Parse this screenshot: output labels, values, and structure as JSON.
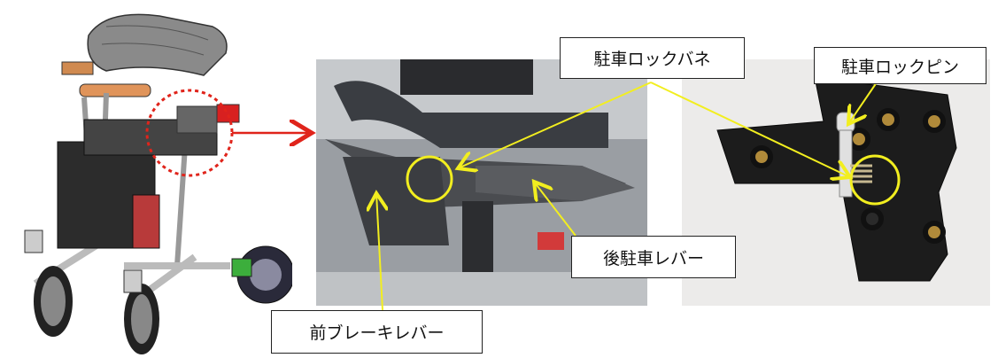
{
  "colors": {
    "annotation_yellow": "#f2ee1f",
    "pointer_red": "#e0241b",
    "callout_border": "#222222"
  },
  "callouts": {
    "spring": "駐車ロックバネ",
    "pin": "駐車ロックピン",
    "rear_lever": "後駐車レバー",
    "front_lever": "前ブレーキレバー"
  }
}
